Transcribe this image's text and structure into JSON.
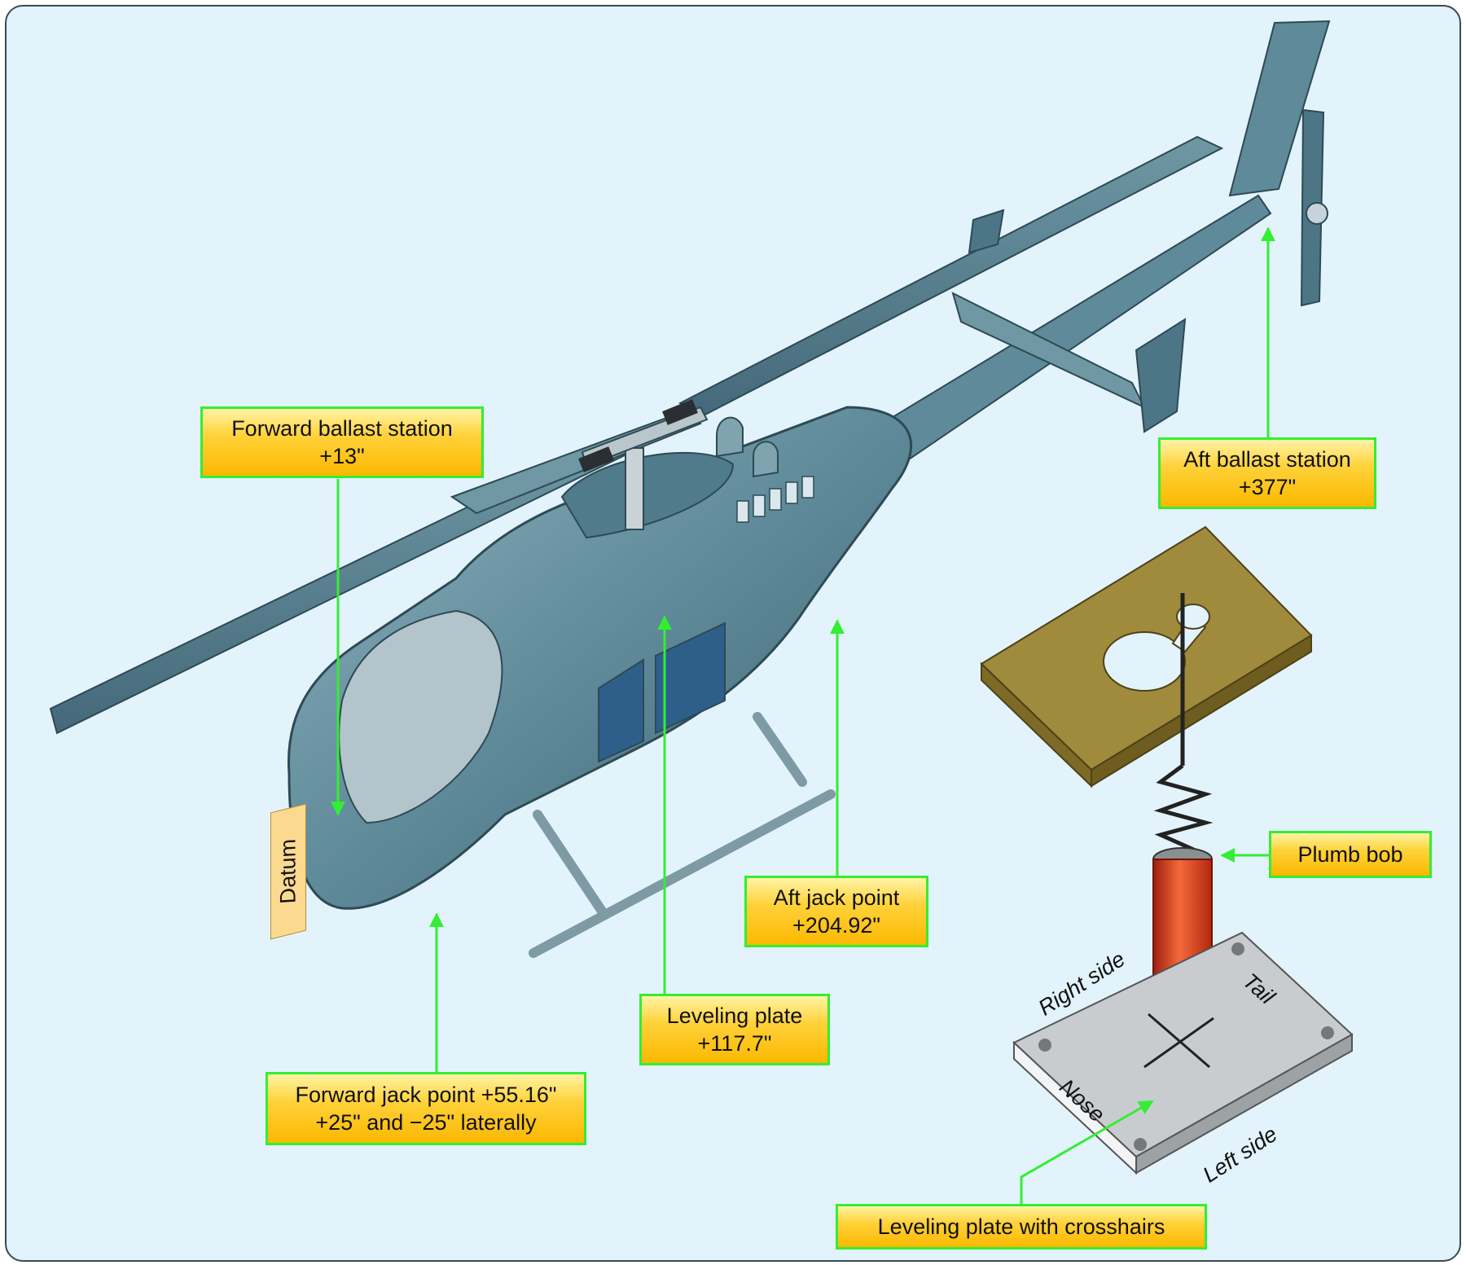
{
  "callouts": {
    "forward_ballast": {
      "line1": "Forward ballast station",
      "line2": "+13\""
    },
    "aft_ballast": {
      "line1": "Aft ballast station",
      "line2": "+377\""
    },
    "plumb_bob": {
      "line1": "Plumb bob"
    },
    "aft_jack": {
      "line1": "Aft jack point",
      "line2": "+204.92\""
    },
    "leveling_plate": {
      "line1": "Leveling plate",
      "line2": "+117.7\""
    },
    "forward_jack": {
      "line1": "Forward jack point +55.16\"",
      "line2": "+25\" and −25\" laterally"
    },
    "leveling_plate_crosshairs": {
      "line1": "Leveling plate with crosshairs"
    }
  },
  "datum_label": "Datum",
  "plate_labels": {
    "right_side": "Right side",
    "tail": "Tail",
    "nose": "Nose",
    "left_side": "Left side"
  },
  "colors": {
    "callout_border": "#33ee33",
    "callout_fill": "#ffd23a",
    "leader_line": "#33ee33",
    "fuselage": "#5b8796",
    "background": "#e3f3fb",
    "plumb_bob": "#e0401e",
    "plate_brass": "#a08a3c",
    "plate_gray": "#c9ccce"
  }
}
